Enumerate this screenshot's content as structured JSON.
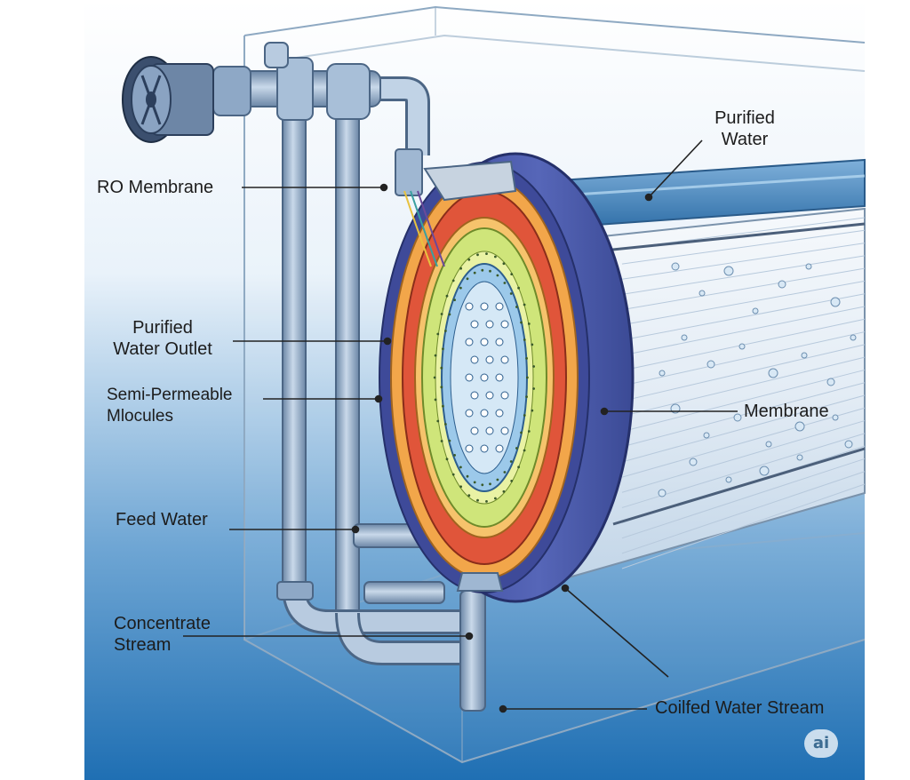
{
  "labels": {
    "ro_membrane": "RO Membrane",
    "purified_water": [
      "Purified",
      "Water"
    ],
    "purified_water_outlet": [
      "Purified",
      "Water Outlet"
    ],
    "semi_permeable": [
      "Semi-Permeable",
      "Mlocules"
    ],
    "membrane": "Membrane",
    "feed_water": "Feed Water",
    "concentrate_stream": [
      "Concentrate",
      "Stream"
    ],
    "coilfed_water_stream": "Coilfed Water Stream"
  },
  "badge": "ai",
  "colors": {
    "sky_top": "#ffffff",
    "sky_bottom": "#1f6fb3",
    "tank_outline": "#8aa6c0",
    "pipe": "#9fb7d2",
    "pipe_dark": "#55708f",
    "ring_outer": "#4a5aa8",
    "layer_orange": "#f2a64a",
    "layer_red": "#e0553a",
    "layer_green": "#cfe57a",
    "core_blue": "#9cc9ea",
    "membrane_body": "#e9f0f7",
    "leader": "#222222"
  }
}
